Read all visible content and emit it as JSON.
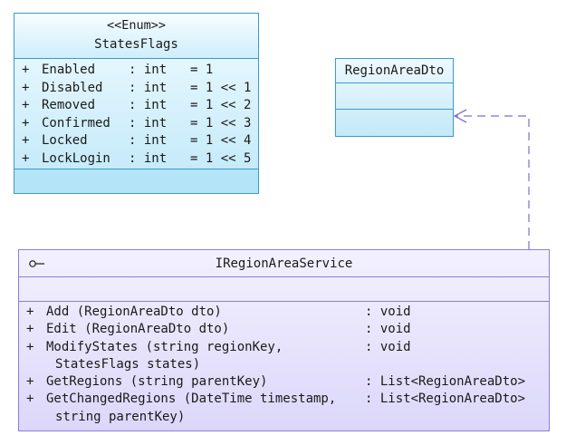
{
  "enum_class": {
    "stereotype": "<<Enum>>",
    "name": "StatesFlags",
    "attributes": [
      {
        "vis": "+",
        "name": "Enabled",
        "type": ": int",
        "value": "= 1"
      },
      {
        "vis": "+",
        "name": "Disabled",
        "type": ": int",
        "value": "= 1 << 1"
      },
      {
        "vis": "+",
        "name": "Removed",
        "type": ": int",
        "value": "= 1 << 2"
      },
      {
        "vis": "+",
        "name": "Confirmed",
        "type": ": int",
        "value": "= 1 << 3"
      },
      {
        "vis": "+",
        "name": "Locked",
        "type": ": int",
        "value": "= 1 << 4"
      },
      {
        "vis": "+",
        "name": "LockLogin",
        "type": ": int",
        "value": "= 1 << 5"
      }
    ]
  },
  "dto_class": {
    "name": "RegionAreaDto"
  },
  "interface": {
    "name": "IRegionAreaService",
    "operations": [
      {
        "vis": "+",
        "sig": "Add (RegionAreaDto dto)",
        "ret": ": void",
        "cont": ""
      },
      {
        "vis": "+",
        "sig": "Edit (RegionAreaDto dto)",
        "ret": ": void",
        "cont": ""
      },
      {
        "vis": "+",
        "sig": "ModifyStates (string regionKey,",
        "ret": ": void",
        "cont": "StatesFlags states)"
      },
      {
        "vis": "+",
        "sig": "GetRegions (string parentKey)",
        "ret": ": List<RegionAreaDto>",
        "cont": ""
      },
      {
        "vis": "+",
        "sig": "GetChangedRegions (DateTime timestamp,",
        "ret": ": List<RegionAreaDto>",
        "cont": "string parentKey)"
      }
    ]
  },
  "colors": {
    "class_border": "#3a9bcc",
    "interface_border": "#8a7fd6",
    "connector": "#7a6fd0"
  }
}
